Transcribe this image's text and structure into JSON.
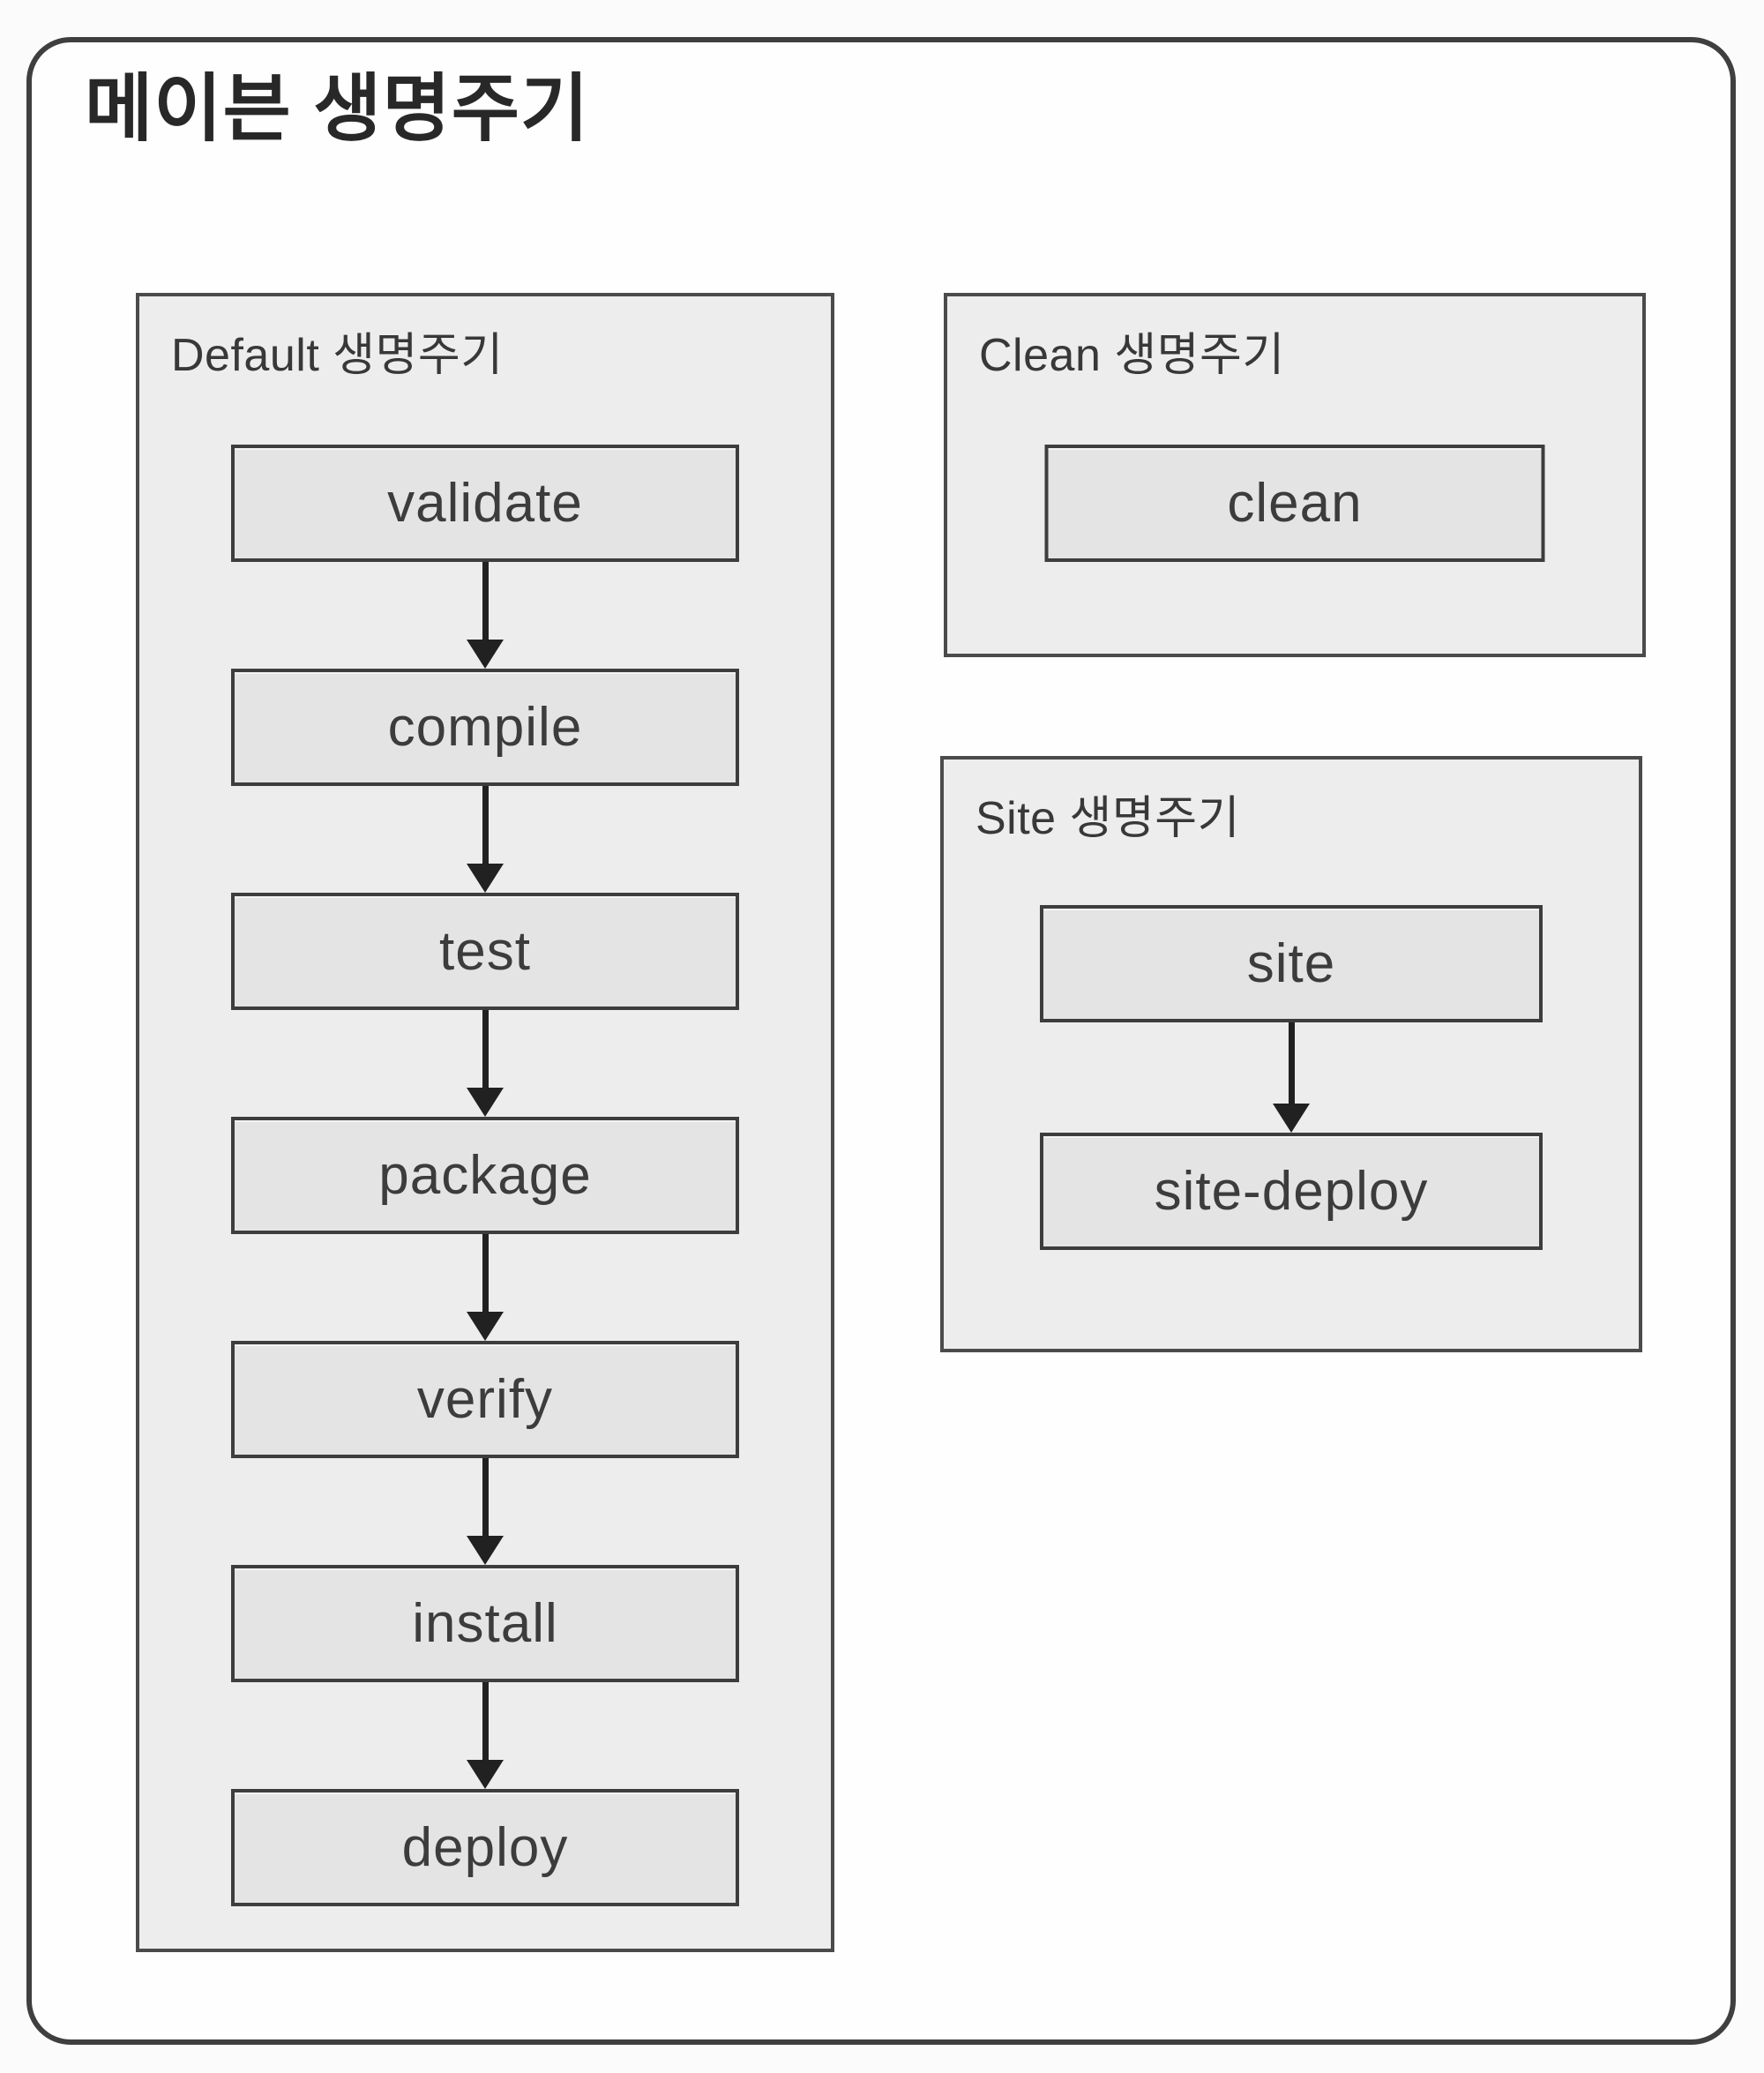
{
  "diagram": {
    "title": "메이븐 생명주기",
    "lifecycles": [
      {
        "label": "Default 생명주기",
        "phases": [
          "validate",
          "compile",
          "test",
          "package",
          "verify",
          "install",
          "deploy"
        ]
      },
      {
        "label": "Clean 생명주기",
        "phases": [
          "clean"
        ]
      },
      {
        "label": "Site 생명주기",
        "phases": [
          "site",
          "site-deploy"
        ]
      }
    ],
    "colors": {
      "frame_border": "#3f3f3f",
      "container_bg": "#ededed",
      "container_border": "#4b4b4b",
      "box_bg": "#e4e4e4",
      "box_border": "#3d3d3d",
      "text": "#383838",
      "arrow": "#212121"
    }
  }
}
